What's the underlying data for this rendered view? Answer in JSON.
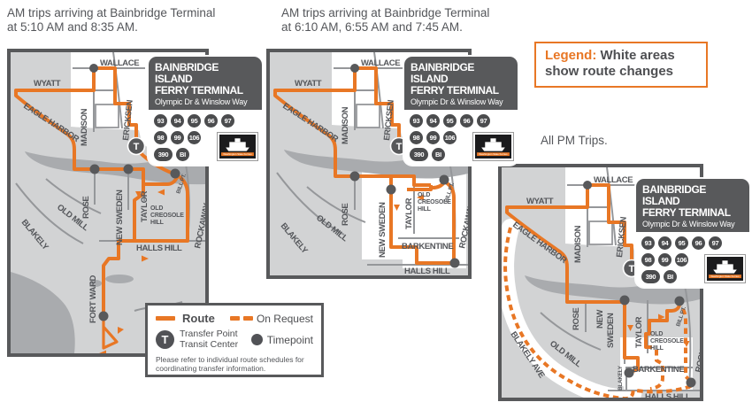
{
  "colors": {
    "orange": "#E87725",
    "dark": "#58595B",
    "map_bg": "#D2D3D4",
    "water": "#A9ABAE",
    "street": "#95979A",
    "label": "#54565A"
  },
  "captions": {
    "map1_l1": "AM trips arriving at Bainbridge Terminal",
    "map1_l2": "at 5:10 AM and 8:35 AM.",
    "map2_l1": "AM trips arriving at Bainbridge Terminal",
    "map2_l2": "at 6:10 AM, 6:55 AM and 7:45 AM.",
    "map3": "All PM Trips."
  },
  "legend_callout": {
    "bold": "Legend:",
    "rest": "White areas",
    "line2": "show route changes"
  },
  "terminal": {
    "title1": "BAINBRIDGE ISLAND",
    "title2": "FERRY TERMINAL",
    "subtitle": "Olympic Dr & Winslow Way",
    "routes": [
      "93",
      "94",
      "95",
      "96",
      "97",
      "98",
      "99",
      "106",
      "390",
      "BI"
    ],
    "ferry_logo": "Washington State Ferries"
  },
  "map_legend": {
    "route": "Route",
    "on_request": "On Request",
    "t": "T",
    "transfer_l1": "Transfer Point",
    "transfer_l2": "Transit Center",
    "timepoint": "Timepoint",
    "note_l1": "Please refer to individual route schedules for",
    "note_l2": "coordinating transfer information."
  },
  "streets": {
    "wyatt": "WYATT",
    "wallace": "WALLACE",
    "madison": "MADISON",
    "ericksen": "ERICKSEN",
    "eagle_harbor": "EAGLE HARBOR",
    "rose": "ROSE",
    "old_mill": "OLD MILL",
    "new_sweden": "NEW SWEDEN",
    "new_sweden_l1": "NEW",
    "new_sweden_l2": "SWEDEN",
    "taylor": "TAYLOR",
    "old_creosole_l1": "OLD",
    "old_creosole_l2": "CREOSOLE",
    "old_creosole_l3": "HILL",
    "rockaway": "ROCKAWAY",
    "blakely": "BLAKELY",
    "blakely_ave": "BLAKELY AVE",
    "halls_hill": "HALLS HILL",
    "fort_ward": "FORT WARD",
    "barkentine": "BARKENTINE",
    "bill_pt": "BILL PT."
  }
}
